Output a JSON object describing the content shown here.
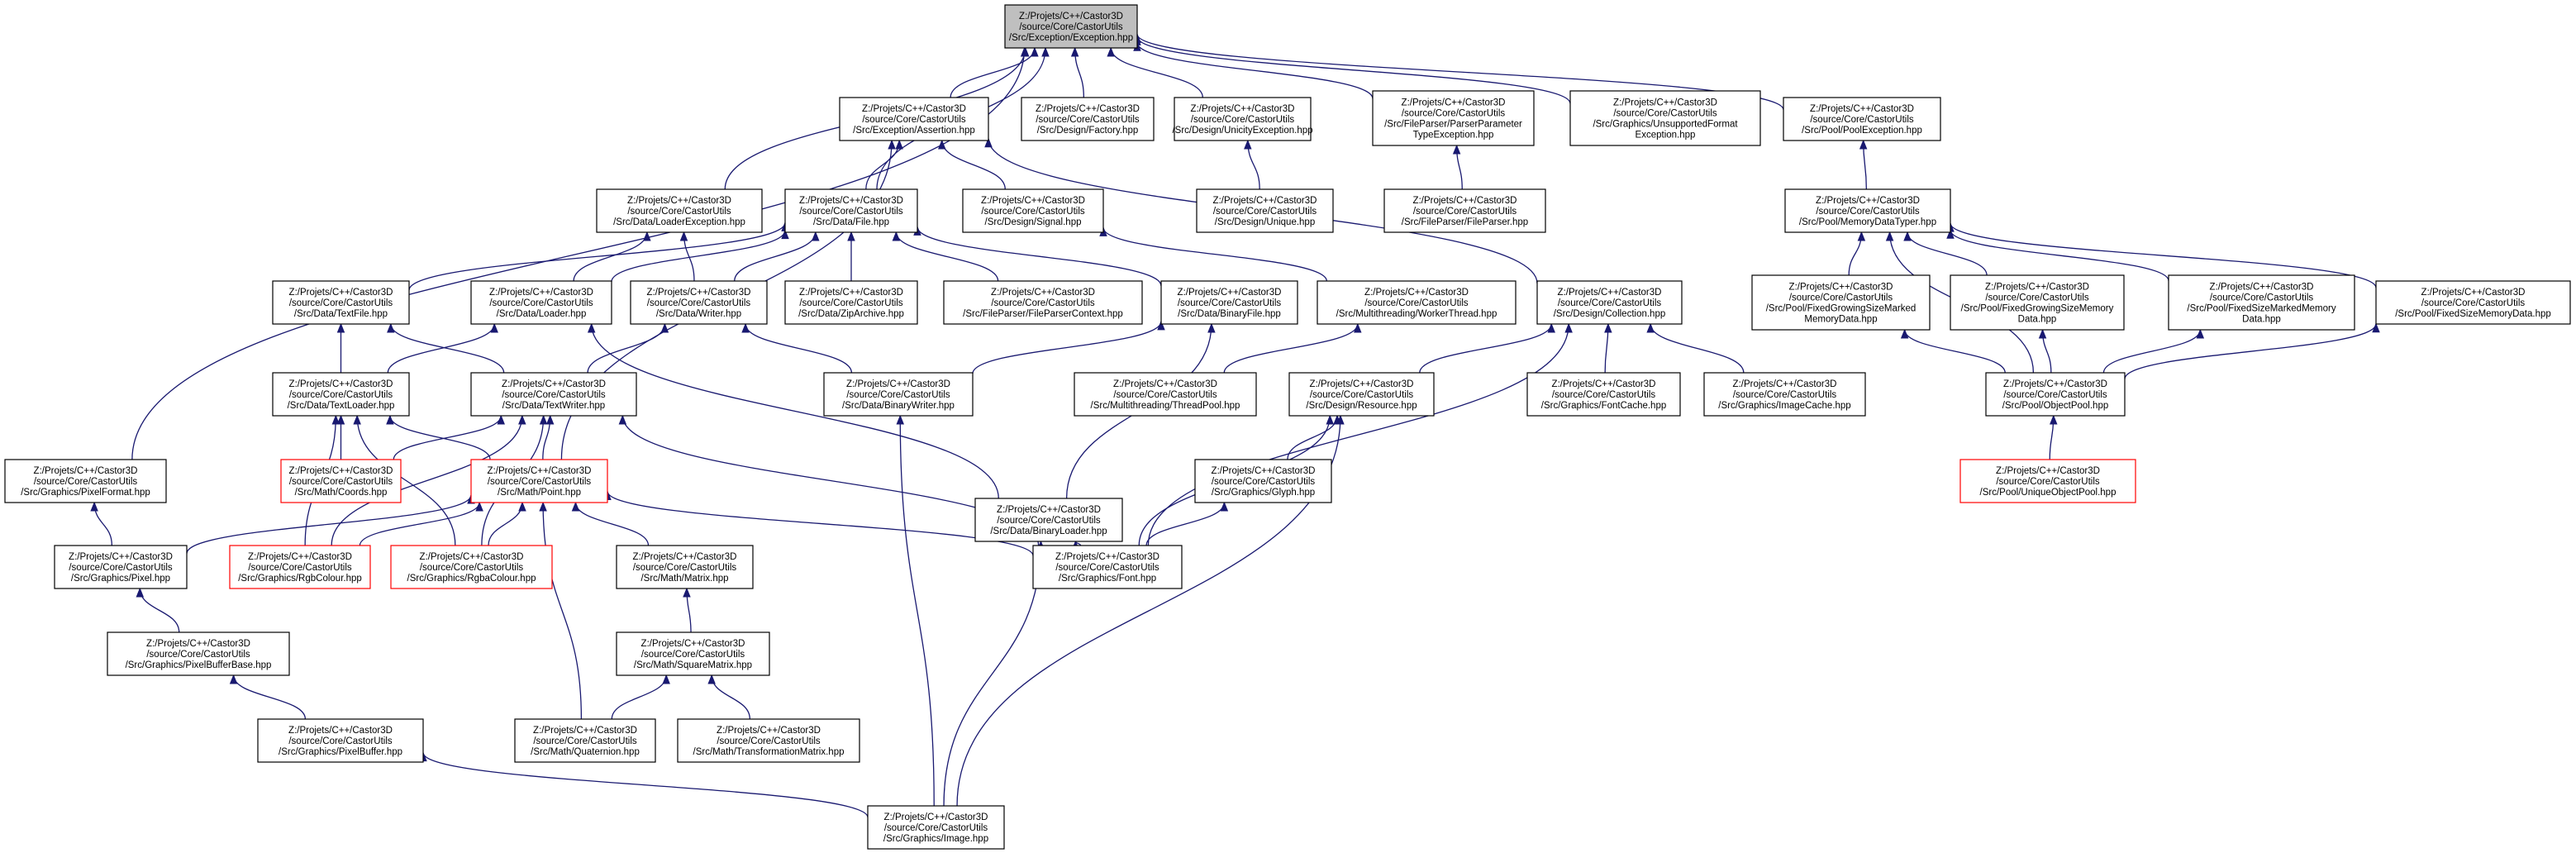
{
  "colors": {
    "edge": "#191970",
    "root_fill": "#bfbfbf",
    "node_border": "#000000",
    "incomplete_border": "#ff0000",
    "background": "#ffffff"
  },
  "nodes": [
    {
      "id": "exception",
      "lines": [
        "Z:/Projets/C++/Castor3D",
        "/source/Core/CastorUtils",
        "/Src/Exception/Exception.hpp"
      ],
      "root": true
    },
    {
      "id": "pixelformat",
      "lines": [
        "Z:/Projets/C++/Castor3D",
        "/source/Core/CastorUtils",
        "/Src/Graphics/PixelFormat.hpp"
      ]
    },
    {
      "id": "assertion",
      "lines": [
        "Z:/Projets/C++/Castor3D",
        "/source/Core/CastorUtils",
        "/Src/Exception/Assertion.hpp"
      ]
    },
    {
      "id": "factory",
      "lines": [
        "Z:/Projets/C++/Castor3D",
        "/source/Core/CastorUtils",
        "/Src/Design/Factory.hpp"
      ]
    },
    {
      "id": "unicity",
      "lines": [
        "Z:/Projets/C++/Castor3D",
        "/source/Core/CastorUtils",
        "/Src/Design/UnicityException.hpp"
      ]
    },
    {
      "id": "parserparam",
      "lines": [
        "Z:/Projets/C++/Castor3D",
        "/source/Core/CastorUtils",
        "/Src/FileParser/ParserParameter",
        "TypeException.hpp"
      ]
    },
    {
      "id": "unsupported",
      "lines": [
        "Z:/Projets/C++/Castor3D",
        "/source/Core/CastorUtils",
        "/Src/Graphics/UnsupportedFormat",
        "Exception.hpp"
      ]
    },
    {
      "id": "poolexc",
      "lines": [
        "Z:/Projets/C++/Castor3D",
        "/source/Core/CastorUtils",
        "/Src/Pool/PoolException.hpp"
      ]
    },
    {
      "id": "loaderexc",
      "lines": [
        "Z:/Projets/C++/Castor3D",
        "/source/Core/CastorUtils",
        "/Src/Data/LoaderException.hpp"
      ]
    },
    {
      "id": "file",
      "lines": [
        "Z:/Projets/C++/Castor3D",
        "/source/Core/CastorUtils",
        "/Src/Data/File.hpp"
      ]
    },
    {
      "id": "signal",
      "lines": [
        "Z:/Projets/C++/Castor3D",
        "/source/Core/CastorUtils",
        "/Src/Design/Signal.hpp"
      ]
    },
    {
      "id": "unique",
      "lines": [
        "Z:/Projets/C++/Castor3D",
        "/source/Core/CastorUtils",
        "/Src/Design/Unique.hpp"
      ]
    },
    {
      "id": "fileparser",
      "lines": [
        "Z:/Projets/C++/Castor3D",
        "/source/Core/CastorUtils",
        "/Src/FileParser/FileParser.hpp"
      ]
    },
    {
      "id": "memtyper",
      "lines": [
        "Z:/Projets/C++/Castor3D",
        "/source/Core/CastorUtils",
        "/Src/Pool/MemoryDataTyper.hpp"
      ]
    },
    {
      "id": "textfile",
      "lines": [
        "Z:/Projets/C++/Castor3D",
        "/source/Core/CastorUtils",
        "/Src/Data/TextFile.hpp"
      ]
    },
    {
      "id": "loader",
      "lines": [
        "Z:/Projets/C++/Castor3D",
        "/source/Core/CastorUtils",
        "/Src/Data/Loader.hpp"
      ]
    },
    {
      "id": "writer",
      "lines": [
        "Z:/Projets/C++/Castor3D",
        "/source/Core/CastorUtils",
        "/Src/Data/Writer.hpp"
      ]
    },
    {
      "id": "ziparchive",
      "lines": [
        "Z:/Projets/C++/Castor3D",
        "/source/Core/CastorUtils",
        "/Src/Data/ZipArchive.hpp"
      ]
    },
    {
      "id": "fpcontext",
      "lines": [
        "Z:/Projets/C++/Castor3D",
        "/source/Core/CastorUtils",
        "/Src/FileParser/FileParserContext.hpp"
      ]
    },
    {
      "id": "binaryfile",
      "lines": [
        "Z:/Projets/C++/Castor3D",
        "/source/Core/CastorUtils",
        "/Src/Data/BinaryFile.hpp"
      ]
    },
    {
      "id": "workerthread",
      "lines": [
        "Z:/Projets/C++/Castor3D",
        "/source/Core/CastorUtils",
        "/Src/Multithreading/WorkerThread.hpp"
      ]
    },
    {
      "id": "collection",
      "lines": [
        "Z:/Projets/C++/Castor3D",
        "/source/Core/CastorUtils",
        "/Src/Design/Collection.hpp"
      ]
    },
    {
      "id": "fgsmarked",
      "lines": [
        "Z:/Projets/C++/Castor3D",
        "/source/Core/CastorUtils",
        "/Src/Pool/FixedGrowingSizeMarked",
        "MemoryData.hpp"
      ]
    },
    {
      "id": "fgsmem",
      "lines": [
        "Z:/Projets/C++/Castor3D",
        "/source/Core/CastorUtils",
        "/Src/Pool/FixedGrowingSizeMemory",
        "Data.hpp"
      ]
    },
    {
      "id": "fsmarked",
      "lines": [
        "Z:/Projets/C++/Castor3D",
        "/source/Core/CastorUtils",
        "/Src/Pool/FixedSizeMarkedMemory",
        "Data.hpp"
      ]
    },
    {
      "id": "fsmem",
      "lines": [
        "Z:/Projets/C++/Castor3D",
        "/source/Core/CastorUtils",
        "/Src/Pool/FixedSizeMemoryData.hpp"
      ]
    },
    {
      "id": "textloader",
      "lines": [
        "Z:/Projets/C++/Castor3D",
        "/source/Core/CastorUtils",
        "/Src/Data/TextLoader.hpp"
      ]
    },
    {
      "id": "textwriter",
      "lines": [
        "Z:/Projets/C++/Castor3D",
        "/source/Core/CastorUtils",
        "/Src/Data/TextWriter.hpp"
      ]
    },
    {
      "id": "binarywriter",
      "lines": [
        "Z:/Projets/C++/Castor3D",
        "/source/Core/CastorUtils",
        "/Src/Data/BinaryWriter.hpp"
      ]
    },
    {
      "id": "threadpool",
      "lines": [
        "Z:/Projets/C++/Castor3D",
        "/source/Core/CastorUtils",
        "/Src/Multithreading/ThreadPool.hpp"
      ]
    },
    {
      "id": "resource",
      "lines": [
        "Z:/Projets/C++/Castor3D",
        "/source/Core/CastorUtils",
        "/Src/Design/Resource.hpp"
      ]
    },
    {
      "id": "fontcache",
      "lines": [
        "Z:/Projets/C++/Castor3D",
        "/source/Core/CastorUtils",
        "/Src/Graphics/FontCache.hpp"
      ]
    },
    {
      "id": "imagecache",
      "lines": [
        "Z:/Projets/C++/Castor3D",
        "/source/Core/CastorUtils",
        "/Src/Graphics/ImageCache.hpp"
      ]
    },
    {
      "id": "objectpool",
      "lines": [
        "Z:/Projets/C++/Castor3D",
        "/source/Core/CastorUtils",
        "/Src/Pool/ObjectPool.hpp"
      ]
    },
    {
      "id": "coords",
      "lines": [
        "Z:/Projets/C++/Castor3D",
        "/source/Core/CastorUtils",
        "/Src/Math/Coords.hpp"
      ],
      "red": true
    },
    {
      "id": "point",
      "lines": [
        "Z:/Projets/C++/Castor3D",
        "/source/Core/CastorUtils",
        "/Src/Math/Point.hpp"
      ],
      "red": true
    },
    {
      "id": "binaryloader",
      "lines": [
        "Z:/Projets/C++/Castor3D",
        "/source/Core/CastorUtils",
        "/Src/Data/BinaryLoader.hpp"
      ]
    },
    {
      "id": "glyph",
      "lines": [
        "Z:/Projets/C++/Castor3D",
        "/source/Core/CastorUtils",
        "/Src/Graphics/Glyph.hpp"
      ]
    },
    {
      "id": "uniquepool",
      "lines": [
        "Z:/Projets/C++/Castor3D",
        "/source/Core/CastorUtils",
        "/Src/Pool/UniqueObjectPool.hpp"
      ],
      "red": true
    },
    {
      "id": "pixel",
      "lines": [
        "Z:/Projets/C++/Castor3D",
        "/source/Core/CastorUtils",
        "/Src/Graphics/Pixel.hpp"
      ]
    },
    {
      "id": "rgbcolour",
      "lines": [
        "Z:/Projets/C++/Castor3D",
        "/source/Core/CastorUtils",
        "/Src/Graphics/RgbColour.hpp"
      ],
      "red": true
    },
    {
      "id": "rgbacolour",
      "lines": [
        "Z:/Projets/C++/Castor3D",
        "/source/Core/CastorUtils",
        "/Src/Graphics/RgbaColour.hpp"
      ],
      "red": true
    },
    {
      "id": "matrix",
      "lines": [
        "Z:/Projets/C++/Castor3D",
        "/source/Core/CastorUtils",
        "/Src/Math/Matrix.hpp"
      ]
    },
    {
      "id": "font",
      "lines": [
        "Z:/Projets/C++/Castor3D",
        "/source/Core/CastorUtils",
        "/Src/Graphics/Font.hpp"
      ]
    },
    {
      "id": "pixelbufferbase",
      "lines": [
        "Z:/Projets/C++/Castor3D",
        "/source/Core/CastorUtils",
        "/Src/Graphics/PixelBufferBase.hpp"
      ]
    },
    {
      "id": "squarematrix",
      "lines": [
        "Z:/Projets/C++/Castor3D",
        "/source/Core/CastorUtils",
        "/Src/Math/SquareMatrix.hpp"
      ]
    },
    {
      "id": "pixelbuffer",
      "lines": [
        "Z:/Projets/C++/Castor3D",
        "/source/Core/CastorUtils",
        "/Src/Graphics/PixelBuffer.hpp"
      ]
    },
    {
      "id": "quaternion",
      "lines": [
        "Z:/Projets/C++/Castor3D",
        "/source/Core/CastorUtils",
        "/Src/Math/Quaternion.hpp"
      ]
    },
    {
      "id": "transfmatrix",
      "lines": [
        "Z:/Projets/C++/Castor3D",
        "/source/Core/CastorUtils",
        "/Src/Math/TransformationMatrix.hpp"
      ]
    },
    {
      "id": "image",
      "lines": [
        "Z:/Projets/C++/Castor3D",
        "/source/Core/CastorUtils",
        "/Src/Graphics/Image.hpp"
      ]
    }
  ],
  "edges": [
    [
      "pixelformat",
      "exception"
    ],
    [
      "assertion",
      "exception"
    ],
    [
      "factory",
      "exception"
    ],
    [
      "unicity",
      "exception"
    ],
    [
      "parserparam",
      "exception"
    ],
    [
      "unsupported",
      "exception"
    ],
    [
      "poolexc",
      "exception"
    ],
    [
      "loaderexc",
      "exception"
    ],
    [
      "file",
      "exception"
    ],
    [
      "unique",
      "unicity"
    ],
    [
      "fileparser",
      "parserparam"
    ],
    [
      "memtyper",
      "poolexc"
    ],
    [
      "file",
      "assertion"
    ],
    [
      "signal",
      "assertion"
    ],
    [
      "collection",
      "assertion"
    ],
    [
      "point",
      "assertion"
    ],
    [
      "loader",
      "loaderexc"
    ],
    [
      "writer",
      "loaderexc"
    ],
    [
      "textfile",
      "file"
    ],
    [
      "loader",
      "file"
    ],
    [
      "writer",
      "file"
    ],
    [
      "ziparchive",
      "file"
    ],
    [
      "fpcontext",
      "file"
    ],
    [
      "binaryfile",
      "file"
    ],
    [
      "workerthread",
      "signal"
    ],
    [
      "fgsmarked",
      "memtyper"
    ],
    [
      "fgsmem",
      "memtyper"
    ],
    [
      "fsmarked",
      "memtyper"
    ],
    [
      "fsmem",
      "memtyper"
    ],
    [
      "objectpool",
      "memtyper"
    ],
    [
      "textloader",
      "textfile"
    ],
    [
      "textwriter",
      "textfile"
    ],
    [
      "textloader",
      "loader"
    ],
    [
      "binaryloader",
      "loader"
    ],
    [
      "textwriter",
      "writer"
    ],
    [
      "binarywriter",
      "writer"
    ],
    [
      "binarywriter",
      "binaryfile"
    ],
    [
      "binaryloader",
      "binaryfile"
    ],
    [
      "threadpool",
      "workerthread"
    ],
    [
      "resource",
      "collection"
    ],
    [
      "fontcache",
      "collection"
    ],
    [
      "imagecache",
      "collection"
    ],
    [
      "font",
      "collection"
    ],
    [
      "objectpool",
      "fgsmarked"
    ],
    [
      "objectpool",
      "fgsmem"
    ],
    [
      "objectpool",
      "fsmarked"
    ],
    [
      "objectpool",
      "fsmem"
    ],
    [
      "coords",
      "textloader"
    ],
    [
      "point",
      "textloader"
    ],
    [
      "rgbcolour",
      "textloader"
    ],
    [
      "rgbacolour",
      "textloader"
    ],
    [
      "coords",
      "textwriter"
    ],
    [
      "point",
      "textwriter"
    ],
    [
      "rgbcolour",
      "textwriter"
    ],
    [
      "rgbacolour",
      "textwriter"
    ],
    [
      "font",
      "textwriter"
    ],
    [
      "image",
      "binarywriter"
    ],
    [
      "glyph",
      "resource"
    ],
    [
      "font",
      "resource"
    ],
    [
      "image",
      "resource"
    ],
    [
      "uniquepool",
      "objectpool"
    ],
    [
      "pixel",
      "pixelformat"
    ],
    [
      "pixel",
      "point"
    ],
    [
      "rgbcolour",
      "point"
    ],
    [
      "rgbacolour",
      "point"
    ],
    [
      "matrix",
      "point"
    ],
    [
      "quaternion",
      "point"
    ],
    [
      "font",
      "point"
    ],
    [
      "font",
      "binaryloader"
    ],
    [
      "image",
      "binaryloader"
    ],
    [
      "font",
      "glyph"
    ],
    [
      "pixelbufferbase",
      "pixel"
    ],
    [
      "squarematrix",
      "matrix"
    ],
    [
      "pixelbuffer",
      "pixelbufferbase"
    ],
    [
      "quaternion",
      "squarematrix"
    ],
    [
      "transfmatrix",
      "squarematrix"
    ],
    [
      "image",
      "pixelbuffer"
    ]
  ]
}
